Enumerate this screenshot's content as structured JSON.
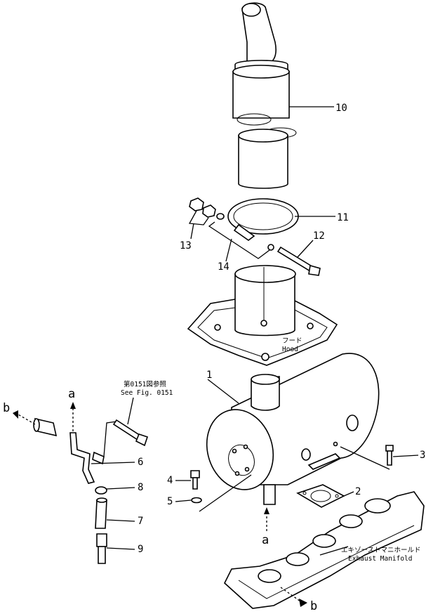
{
  "callouts": {
    "c1": "1",
    "c2": "2",
    "c3": "3",
    "c4": "4",
    "c5": "5",
    "c6": "6",
    "c7": "7",
    "c8": "8",
    "c9": "9",
    "c10": "10",
    "c11": "11",
    "c12": "12",
    "c13": "13",
    "c14": "14"
  },
  "refs": {
    "a_top": "a",
    "a_bottom": "a",
    "b_left": "b",
    "b_bottom": "b"
  },
  "notes": {
    "hood_jp": "フード",
    "hood_en": "Hood",
    "see_fig_jp": "第0151図参照",
    "see_fig_en": "See Fig. 0151",
    "manifold_jp": "エキゾーストマニホールド",
    "manifold_en": "Exhaust Manifold"
  }
}
